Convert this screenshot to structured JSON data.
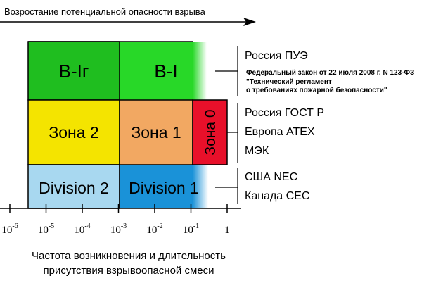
{
  "top_arrow_label": "Возростание потенциальной опасности взрыва",
  "bottom_caption": [
    "Частота возникновения и длительность",
    "присутствия взрывоопасной смеси"
  ],
  "ticks": [
    {
      "base": "10",
      "exp": "-6"
    },
    {
      "base": "10",
      "exp": "-5"
    },
    {
      "base": "10",
      "exp": "-4"
    },
    {
      "base": "10",
      "exp": "-3"
    },
    {
      "base": "10",
      "exp": "-2"
    },
    {
      "base": "10",
      "exp": "-1"
    },
    {
      "base": "1",
      "exp": ""
    }
  ],
  "zones": {
    "row1": [
      {
        "label": "B-Iг",
        "color": "#1fbe1f"
      },
      {
        "label": "B-I",
        "color": "#28d828"
      }
    ],
    "row2": [
      {
        "label": "Зона 2",
        "color": "#f4e400"
      },
      {
        "label": "Зона 1",
        "color": "#f2a862"
      },
      {
        "label": "Зона 0",
        "color": "#e8102a"
      }
    ],
    "row3": [
      {
        "label": "Division 2",
        "color": "#a8d8f0"
      },
      {
        "label": "Division 1",
        "color": "#1a92d8"
      }
    ]
  },
  "standards": {
    "row1": {
      "title": "Россия ПУЭ",
      "notes": [
        "Федеральный закон от 22 июля 2008 г. N 123-ФЗ",
        "\"Технический регламент",
        "о требованиях пожарной безопасности\""
      ]
    },
    "row2": {
      "lines": [
        "Россия ГОСТ Р",
        "Европа ATEX",
        "МЭК"
      ]
    },
    "row3": {
      "lines": [
        "США NEC",
        "Канада CEC"
      ]
    }
  }
}
